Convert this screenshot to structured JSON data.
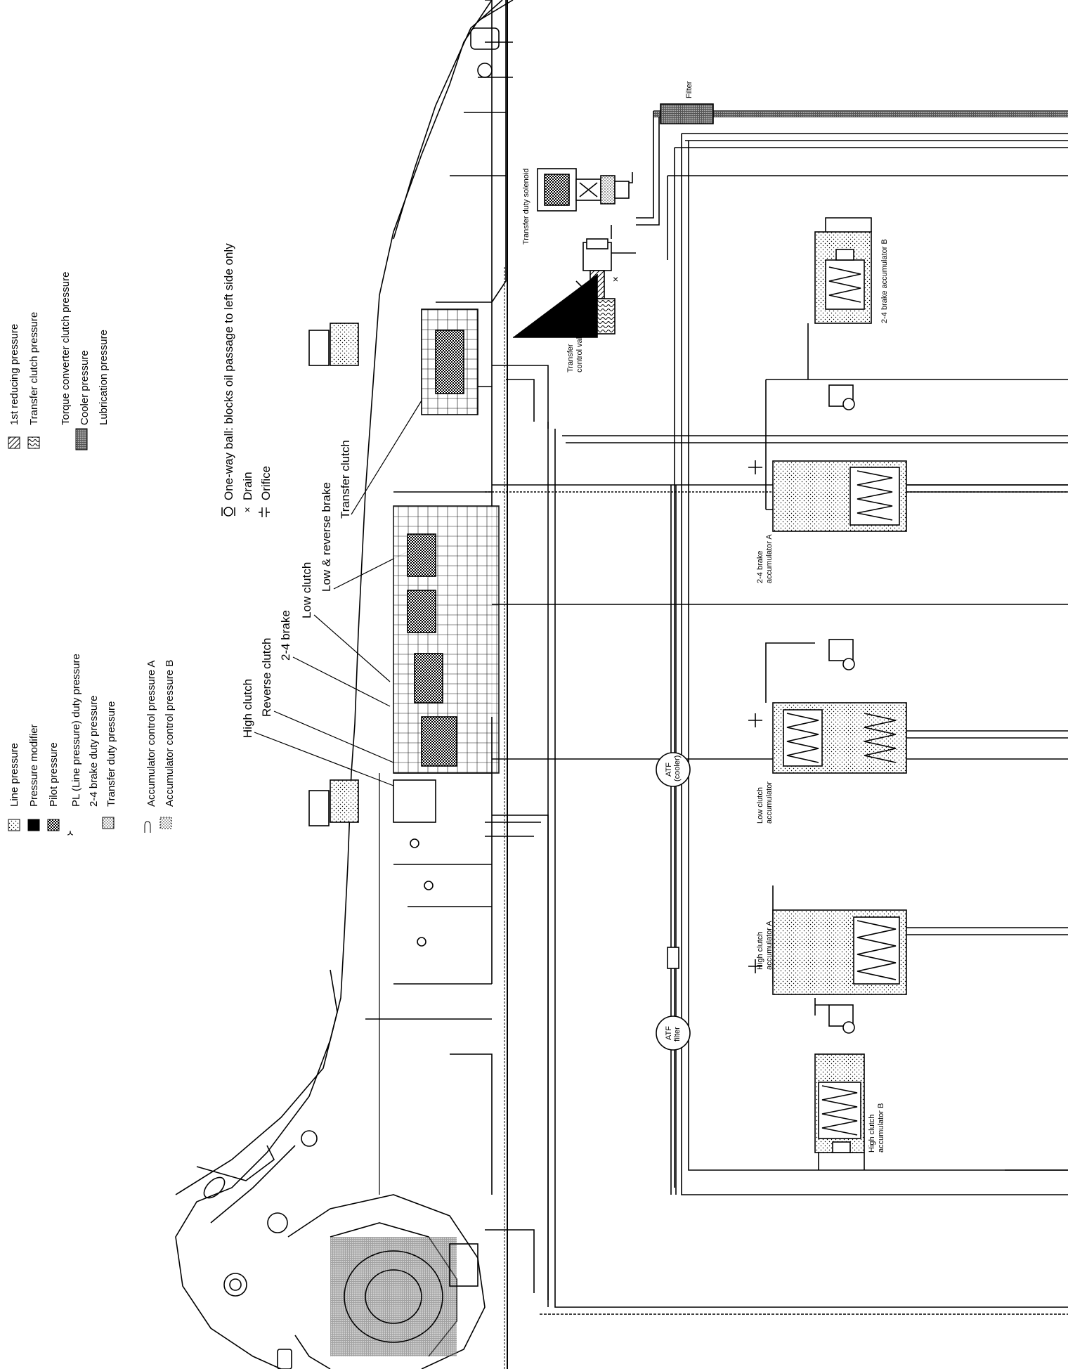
{
  "legend": {
    "column1": [
      {
        "label": "Line pressure",
        "swatch": "line-pressure"
      },
      {
        "label": "Pressure modifier",
        "swatch": "pressure-modifier"
      },
      {
        "label": "Pilot pressure",
        "swatch": "pilot-pressure"
      },
      {
        "label": "PL (Line pressure) duty pressure",
        "swatch": "pl-duty"
      },
      {
        "label": "2-4 brake duty pressure",
        "swatch": "pl-duty"
      },
      {
        "label": "Transfer duty pressure",
        "swatch": "pl-duty"
      },
      {
        "label": "Accumulator control pressure A",
        "swatch": "accum-control"
      },
      {
        "label": "Accumulator control pressure B",
        "swatch": "accum-control"
      }
    ],
    "column2": [
      {
        "label": "1st reducing pressure",
        "swatch": "first-reducing"
      },
      {
        "label": "Transfer clutch pressure",
        "swatch": "transfer-clutch"
      },
      {
        "label": "Torque converter clutch pressure",
        "swatch": "cooler-group"
      },
      {
        "label": "Cooler pressure",
        "swatch": "cooler-group"
      },
      {
        "label": "Lubrication pressure",
        "swatch": "cooler-group"
      }
    ],
    "symbols": [
      {
        "label": "One-way ball: blocks oil passage to left side only",
        "icon": "one-way-ball-icon"
      },
      {
        "label": "Drain",
        "icon": "drain-icon"
      },
      {
        "label": "Orifice",
        "icon": "orifice-icon"
      }
    ]
  },
  "callouts": {
    "high_clutch": "High clutch",
    "reverse_clutch": "Reverse clutch",
    "brake_2_4": "2-4 brake",
    "low_clutch": "Low clutch",
    "low_reverse_brake": "Low & reverse brake",
    "transfer_clutch": "Transfer clutch"
  },
  "components": {
    "filter": "Filter",
    "transfer_duty_solenoid": "Transfer duty solenoid",
    "transfer_control_valve_1": "Transfer",
    "transfer_control_valve_2": "control valve",
    "brake_accum_b": "2-4 brake accumulator B",
    "brake_accum_a_1": "2-4 brake",
    "brake_accum_a_2": "accumulator A",
    "low_clutch_accum_1": "Low clutch",
    "low_clutch_accum_2": "accumulator",
    "high_clutch_accum_a_1": "High clutch",
    "high_clutch_accum_a_2": "accumulator A",
    "high_clutch_accum_b_1": "High clutch",
    "high_clutch_accum_b_2": "accumulator B",
    "atf_cooler_1": "ATF",
    "atf_cooler_2": "(cooler)",
    "atf_filter_1": "ATF",
    "atf_filter_2": "filter"
  }
}
